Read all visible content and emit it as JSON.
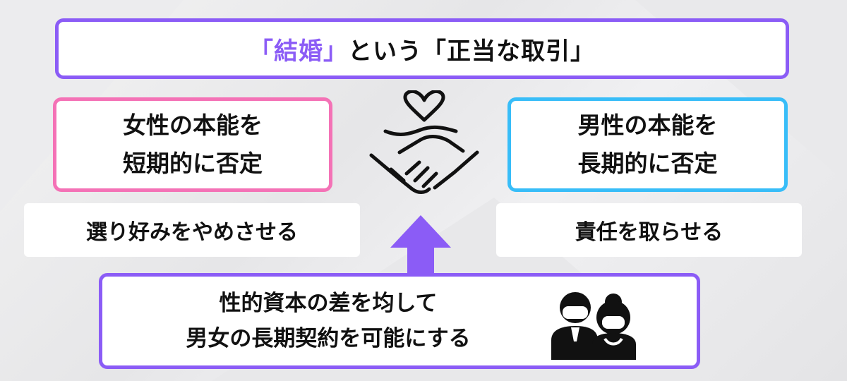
{
  "title": {
    "part1": "「結婚」",
    "part2": "という「正当な取引」"
  },
  "female": {
    "line1": "女性の本能を",
    "line2": "短期的に否定",
    "sub": "選り好みをやめさせる"
  },
  "male": {
    "line1": "男性の本能を",
    "line2": "長期的に否定",
    "sub": "責任を取らせる"
  },
  "bottom": {
    "line1": "性的資本の差を均して",
    "line2": "男女の長期契約を可能にする"
  },
  "icons": {
    "center": "heart-handshake-icon",
    "couple": "couple-icon",
    "arrow": "up-arrow-icon"
  },
  "colors": {
    "accent_purple": "#8b5cf6",
    "female_pink": "#f472b6",
    "male_blue": "#38bdf8"
  }
}
